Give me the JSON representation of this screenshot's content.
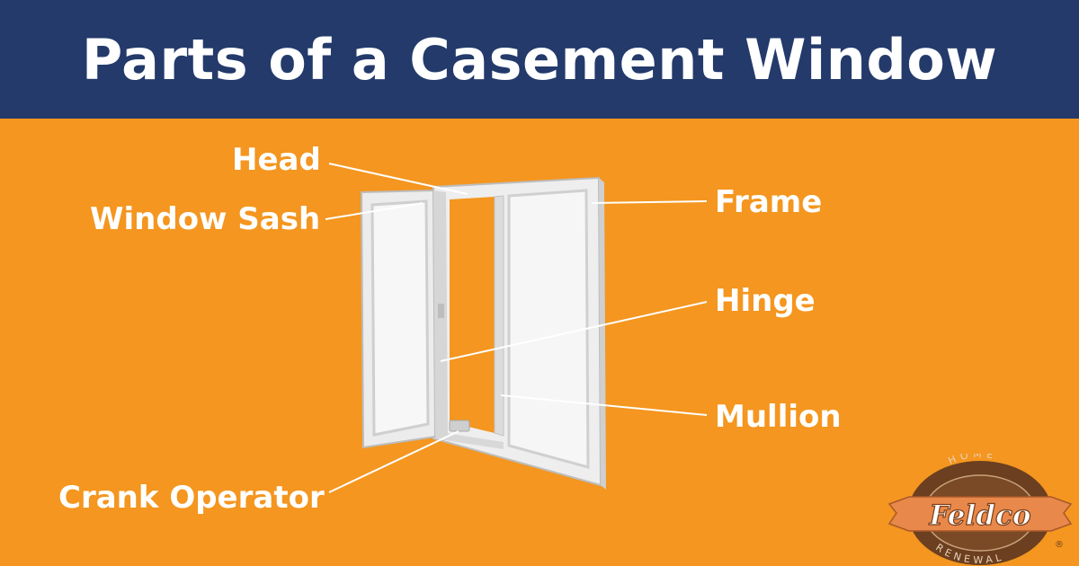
{
  "title": "Parts of a Casement Window",
  "labels": {
    "head": "Head",
    "window_sash": "Window Sash",
    "frame": "Frame",
    "hinge": "Hinge",
    "mullion": "Mullion",
    "crank_operator": "Crank Operator"
  },
  "logo": {
    "brand": "Feldco",
    "top_text": "HOME",
    "bottom_text": "RENEWAL",
    "registered": "®"
  },
  "colors": {
    "background": "#f4961f",
    "header": "#233a6b",
    "text": "#ffffff",
    "logo_ring": "#6b3f1f",
    "logo_banner": "#e8884a"
  }
}
